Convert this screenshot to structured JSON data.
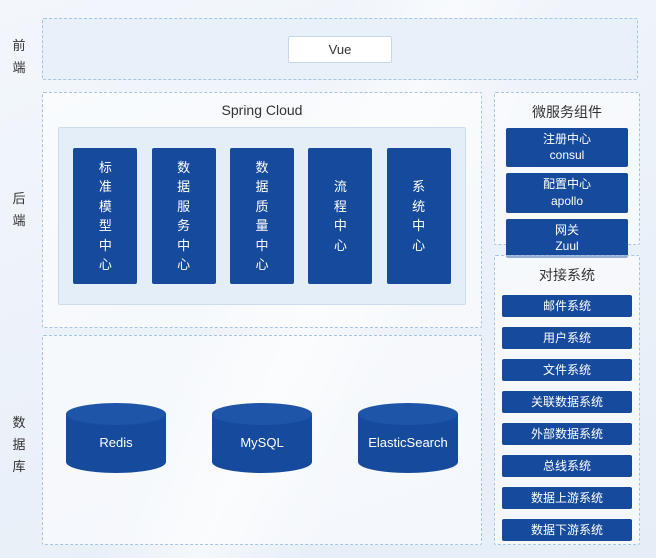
{
  "side_labels": {
    "frontend": "前端",
    "backend": "后端",
    "database": "数据库"
  },
  "frontend": {
    "item": "Vue"
  },
  "backend": {
    "title": "Spring Cloud",
    "pillars": [
      "标准模型中心",
      "数据服务中心",
      "数据质量中心",
      "流程中心",
      "系统中心"
    ]
  },
  "microservices": {
    "title": "微服务组件",
    "items": [
      {
        "line1": "注册中心",
        "line2": "consul"
      },
      {
        "line1": "配置中心",
        "line2": "apollo"
      },
      {
        "line1": "网关",
        "line2": "Zuul"
      }
    ]
  },
  "integrations": {
    "title": "对接系统",
    "items": [
      "邮件系统",
      "用户系统",
      "文件系统",
      "关联数据系统",
      "外部数据系统",
      "总线系统",
      "数据上游系统",
      "数据下游系统"
    ]
  },
  "databases": {
    "items": [
      "Redis",
      "MySQL",
      "ElasticSearch"
    ]
  },
  "colors": {
    "primary_blue": "#164a9c",
    "cylinder_top": "#1e55a8",
    "panel_fill_light": "#e8f1fa",
    "springcloud_fill": "#e4eef8",
    "dashed_border": "#a6c3e2",
    "solid_border": "#cbdcee",
    "text_dark": "#333333",
    "text_light": "#ffffff"
  }
}
